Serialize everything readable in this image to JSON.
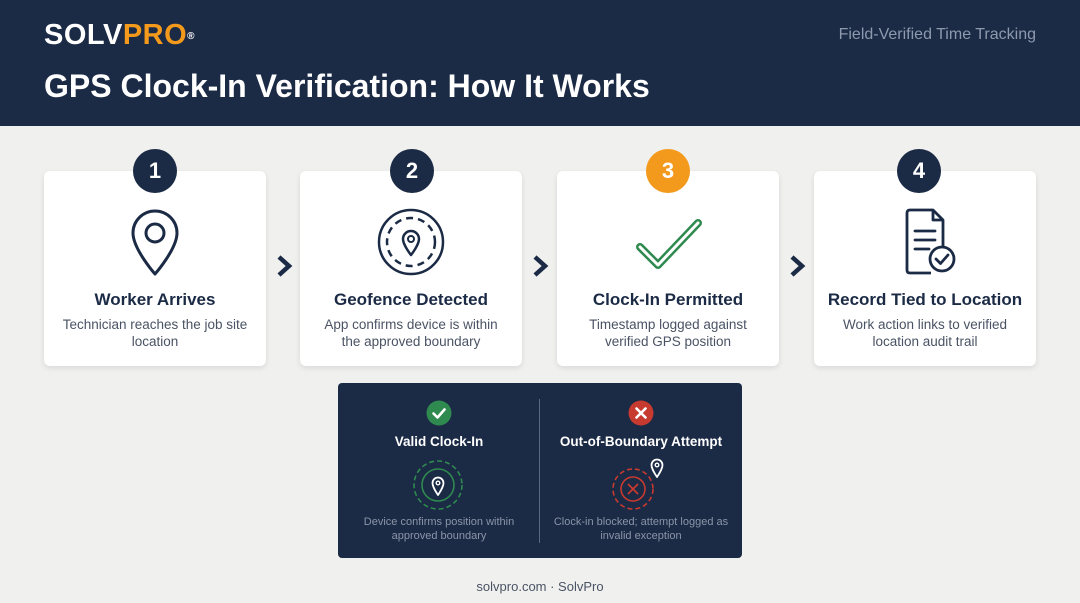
{
  "header": {
    "brand_part1": "SOLV",
    "brand_part2": "PRO",
    "brand_reg": "®",
    "tagline": "Field-Verified Time Tracking",
    "title": "GPS Clock-In Verification: How It Works"
  },
  "steps": [
    {
      "number": "1",
      "title": "Worker Arrives",
      "desc": "Technician reaches the job site location",
      "icon": "map-pin-icon"
    },
    {
      "number": "2",
      "title": "Geofence Detected",
      "desc": "App confirms device is within the approved boundary",
      "icon": "geofence-icon"
    },
    {
      "number": "3",
      "title": "Clock-In Permitted",
      "desc": "Timestamp logged against verified GPS position",
      "icon": "checkmark-icon"
    },
    {
      "number": "4",
      "title": "Record Tied to Location",
      "desc": "Work action links to verified location audit trail",
      "icon": "document-check-icon"
    }
  ],
  "comparison": {
    "valid": {
      "title": "Valid Clock-In",
      "desc": "Device confirms position within approved boundary"
    },
    "invalid": {
      "title": "Out-of-Boundary Attempt",
      "desc": "Clock-in blocked; attempt logged as invalid exception"
    }
  },
  "footer": "solvpro.com · SolvPro",
  "colors": {
    "navy": "#1b2a45",
    "orange": "#f39a1c",
    "green": "#2f8a4f",
    "red": "#c63a2f",
    "background": "#f0f0ef"
  }
}
